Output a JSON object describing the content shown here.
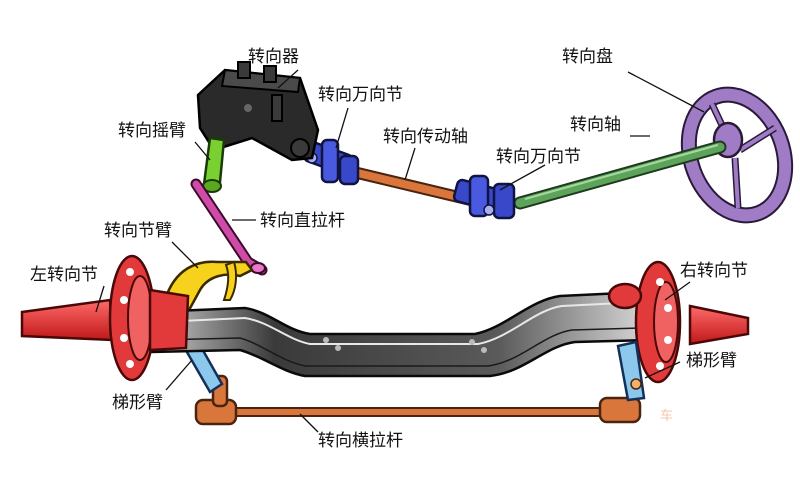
{
  "labels": {
    "steering_gear": "转向器",
    "steering_wheel": "转向盘",
    "universal_joint_upper": "转向万向节",
    "steering_shaft": "转向轴",
    "drive_shaft": "转向传动轴",
    "universal_joint_lower": "转向万向节",
    "pitman_arm": "转向摇臂",
    "drag_link": "转向直拉杆",
    "knuckle_arm": "转向节臂",
    "left_knuckle": "左转向节",
    "right_knuckle": "右转向节",
    "trapezoid_arm_left": "梯形臂",
    "trapezoid_arm_right": "梯形臂",
    "tie_rod": "转向横拉杆"
  },
  "watermark": "车",
  "colors": {
    "steering_wheel": "#a07cc6",
    "steering_shaft": "#5ea35a",
    "drive_shaft": "#d8763c",
    "universal_joint": "#3848c8",
    "steering_gear": "#2a2a2a",
    "pitman_arm": "#7ad030",
    "drag_link": "#d04aa8",
    "knuckle_arm": "#f6d21c",
    "knuckle": "#e23a3a",
    "trapezoid_arm": "#8cc8ec",
    "axle_beam": "#4a4a4a",
    "tie_rod": "#d8763c"
  }
}
